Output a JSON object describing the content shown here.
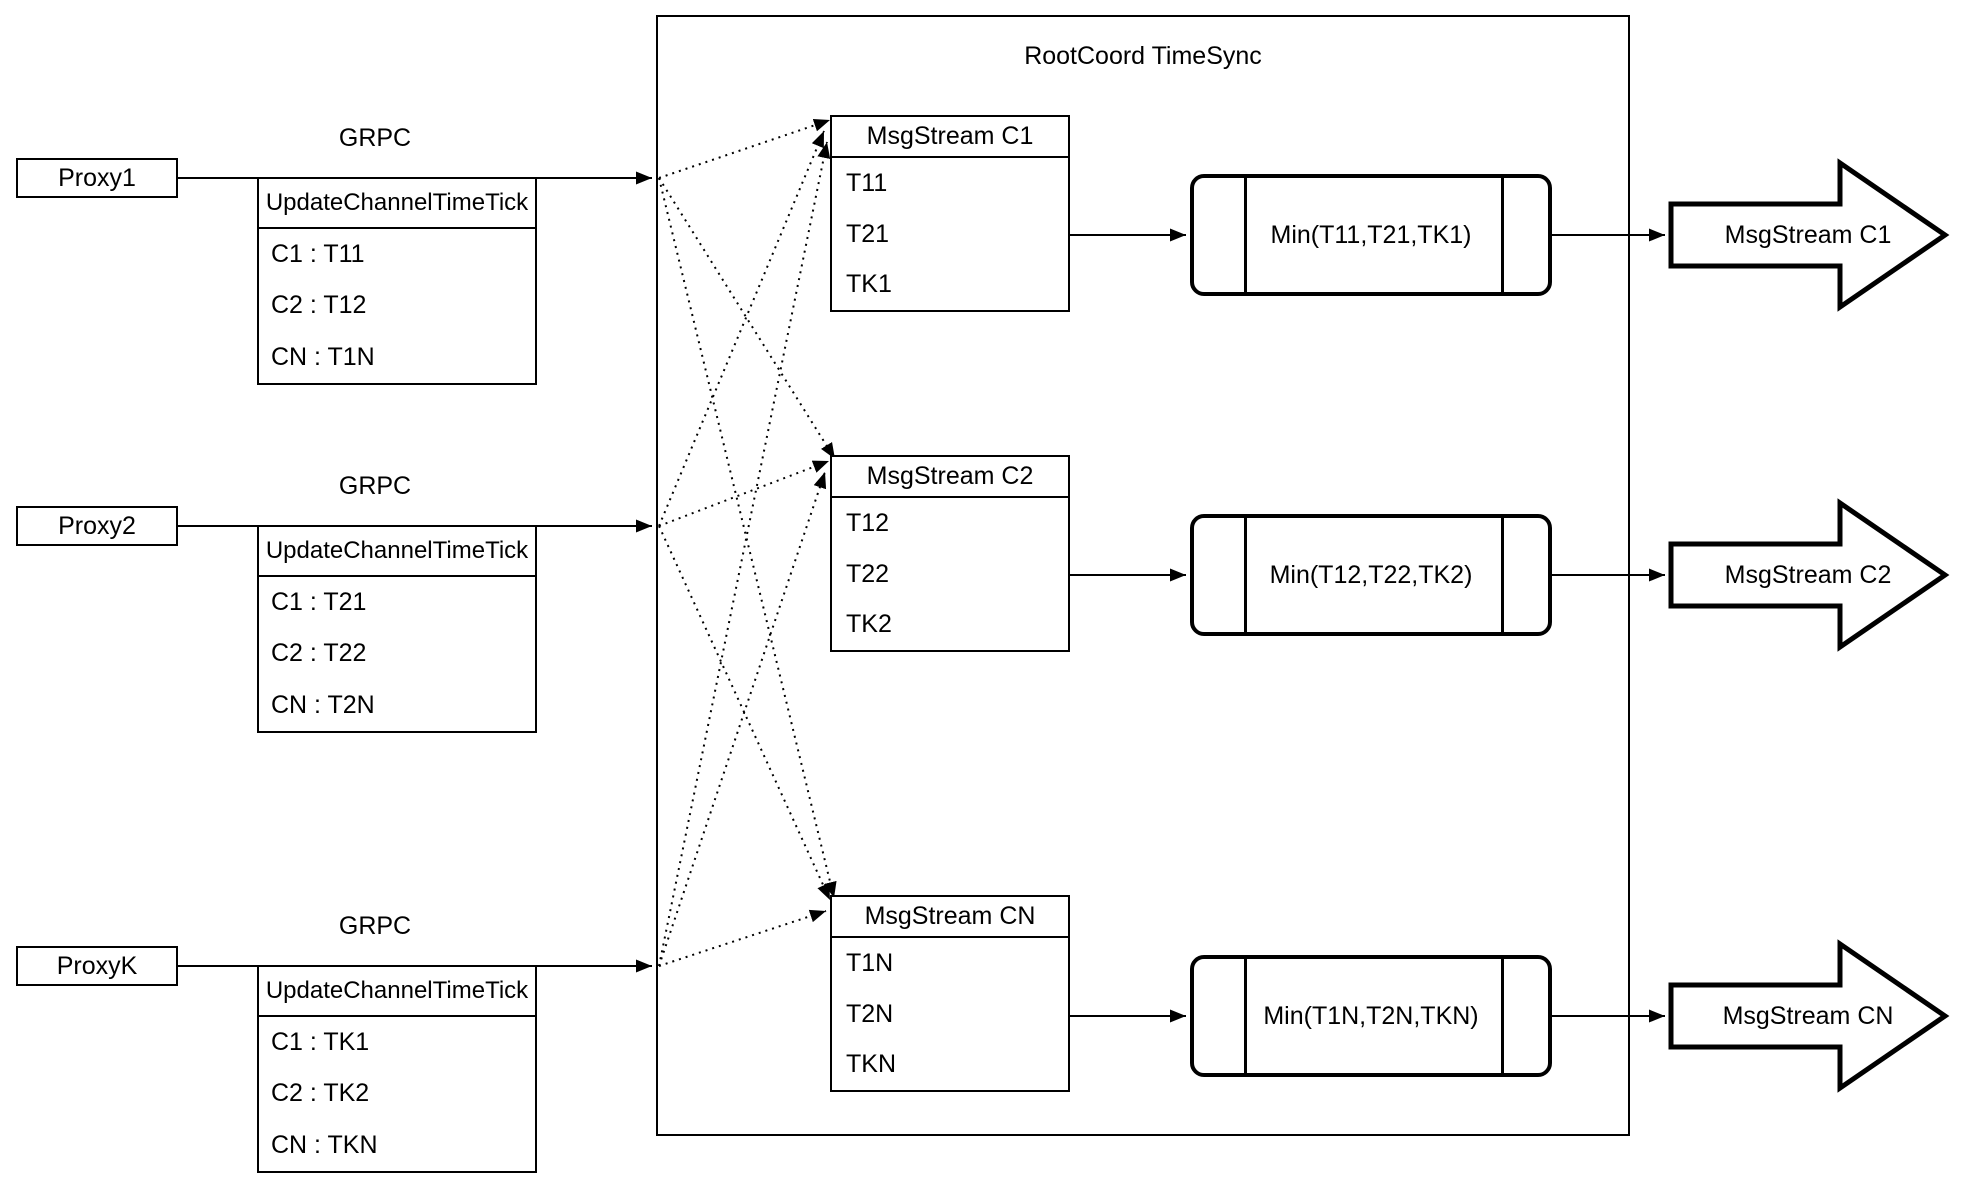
{
  "diagram": {
    "container_title": "RootCoord TimeSync",
    "grpc_label": "GRPC",
    "colors": {
      "stroke": "#000000",
      "background": "#ffffff"
    },
    "proxies": [
      {
        "name": "Proxy1",
        "table": {
          "header": "UpdateChannelTimeTick",
          "rows": [
            "C1 : T11",
            "C2 : T12",
            "CN : T1N"
          ]
        }
      },
      {
        "name": "Proxy2",
        "table": {
          "header": "UpdateChannelTimeTick",
          "rows": [
            "C1 : T21",
            "C2 : T22",
            "CN : T2N"
          ]
        }
      },
      {
        "name": "ProxyK",
        "table": {
          "header": "UpdateChannelTimeTick",
          "rows": [
            "C1 : TK1",
            "C2 : TK2",
            "CN : TKN"
          ]
        }
      }
    ],
    "streams": [
      {
        "title": "MsgStream C1",
        "rows": [
          "T11",
          "T21",
          "TK1"
        ],
        "min_label": "Min(T11,T21,TK1)",
        "out_label": "MsgStream C1"
      },
      {
        "title": "MsgStream C2",
        "rows": [
          "T12",
          "T22",
          "TK2"
        ],
        "min_label": "Min(T12,T22,TK2)",
        "out_label": "MsgStream C2"
      },
      {
        "title": "MsgStream CN",
        "rows": [
          "T1N",
          "T2N",
          "TKN"
        ],
        "min_label": "Min(T1N,T2N,TKN)",
        "out_label": "MsgStream CN"
      }
    ]
  }
}
